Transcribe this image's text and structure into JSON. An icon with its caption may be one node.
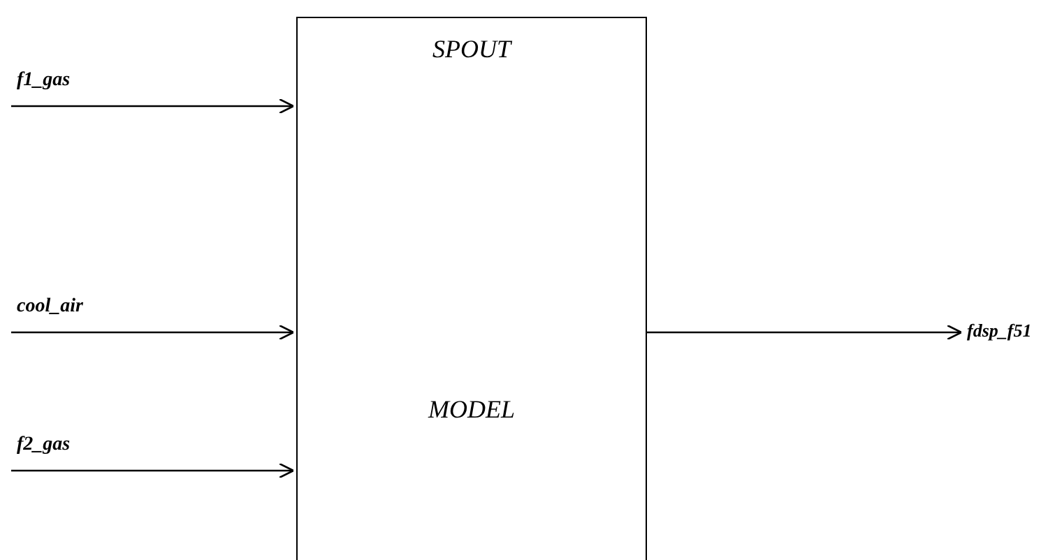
{
  "diagram": {
    "nodes": [
      {
        "text": [
          "SPOUT",
          "MODEL"
        ]
      },
      {
        "text": [
          "fdsp_f51"
        ]
      }
    ],
    "edges": [
      {
        "from": null,
        "to": 0,
        "arrow": "to",
        "label": "f1_gas"
      },
      {
        "from": null,
        "to": 0,
        "arrow": "to",
        "label": "cool_air"
      },
      {
        "from": null,
        "to": 0,
        "arrow": "to",
        "label": "f2_gas"
      },
      {
        "from": 0,
        "to": 1,
        "arrow": "to"
      }
    ]
  }
}
